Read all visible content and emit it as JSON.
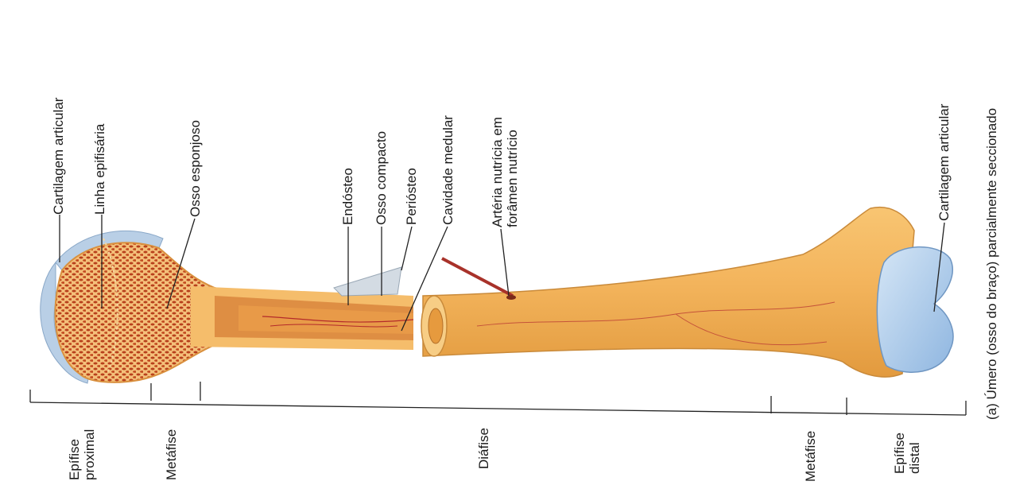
{
  "labels": {
    "cartilagem_articular_prox": "Cartilagem articular",
    "linha_epifisaria": "Linha epifisária",
    "osso_esponjoso": "Osso esponjoso",
    "endosteo": "Endósteo",
    "osso_compacto": "Osso compacto",
    "periosteo": "Periósteo",
    "cavidade_medular": "Cavidade medular",
    "arteria_line1": "Artéria nutrícia em",
    "arteria_line2": "forâmen nutrício",
    "cartilagem_articular_dist": "Cartilagem articular"
  },
  "regions": {
    "epifise_proximal_line1": "Epífise",
    "epifise_proximal_line2": "proximal",
    "metafise_proximal": "Metáfise",
    "diafise": "Diáfise",
    "metafise_distal": "Metáfise",
    "epifise_distal_line1": "Epífise",
    "epifise_distal_line2": "distal"
  },
  "caption": "(a) Úmero (osso do braço) parcialmente seccionado",
  "colors": {
    "bone": "#f3b45c",
    "bone_highlight": "#fbd38a",
    "spongy": "#b8401c",
    "cartilage": "#a9c8e8",
    "medullary": "#f0b24d",
    "artery": "#b42a2a",
    "periosteum": "#c9d3dd"
  }
}
